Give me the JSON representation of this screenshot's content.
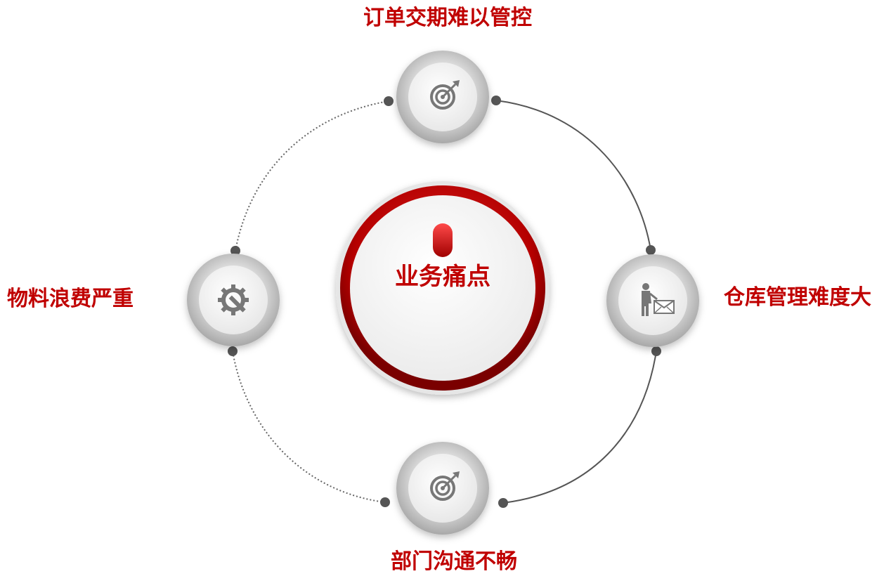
{
  "center": {
    "title": "业务痛点"
  },
  "nodes": {
    "top": {
      "label": "订单交期难以管控",
      "icon": "target-icon"
    },
    "right": {
      "label": "仓库管理难度大",
      "icon": "worker-mail-icon"
    },
    "bottom": {
      "label": "部门沟通不畅",
      "icon": "target-icon"
    },
    "left": {
      "label": "物料浪费严重",
      "icon": "gear-wrench-icon"
    }
  },
  "colors": {
    "accent": "#c00000",
    "ring_gray": "#9a9a9a",
    "connector": "#555555"
  }
}
